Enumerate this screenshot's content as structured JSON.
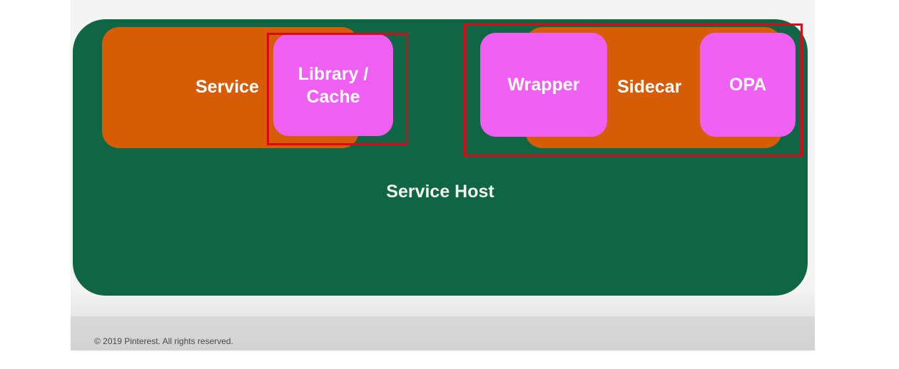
{
  "diagram": {
    "host": {
      "label": "Service Host"
    },
    "service": {
      "label": "Service"
    },
    "library_cache": {
      "label": "Library / Cache"
    },
    "sidecar": {
      "label": "Sidecar"
    },
    "wrapper": {
      "label": "Wrapper"
    },
    "opa": {
      "label": "OPA"
    }
  },
  "footer": {
    "copyright": "© 2019 Pinterest. All rights reserved."
  },
  "colors": {
    "host_green": "#0f6644",
    "container_orange": "#d65c05",
    "component_magenta": "#ef5ff2",
    "highlight_red": "#e0061a",
    "label_white": "#ffffff"
  }
}
